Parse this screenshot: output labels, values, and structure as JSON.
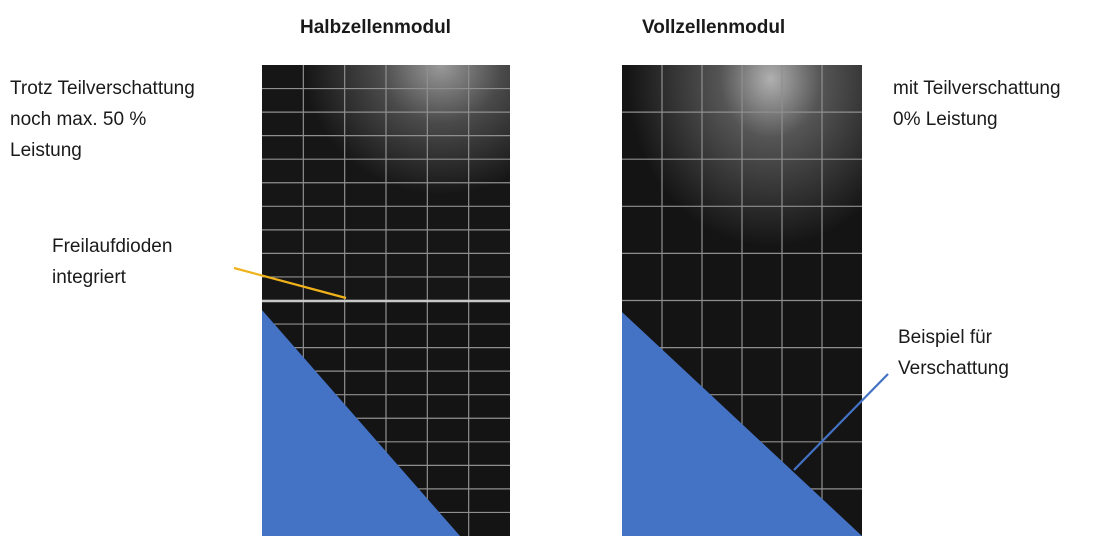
{
  "titles": {
    "half_cell": "Halbzellenmodul",
    "full_cell": "Vollzellenmodul"
  },
  "labels": {
    "half_cell_shading": [
      "Trotz Teilverschattung",
      "noch max. 50 %",
      "Leistung"
    ],
    "bypass_diodes": [
      "Freilaufdioden",
      "integriert"
    ],
    "full_cell_shading": [
      "mit Teilverschattung",
      "0% Leistung"
    ],
    "shading_example": [
      "Beispiel für",
      "Verschattung"
    ]
  },
  "colors": {
    "module_dark": "#141414",
    "module_highlight": "#8a8a8a",
    "cell_grid": "#9a9a9a",
    "shade": "#4472c4",
    "diode_leader": "#f0b21a",
    "shade_leader": "#4472c4"
  }
}
